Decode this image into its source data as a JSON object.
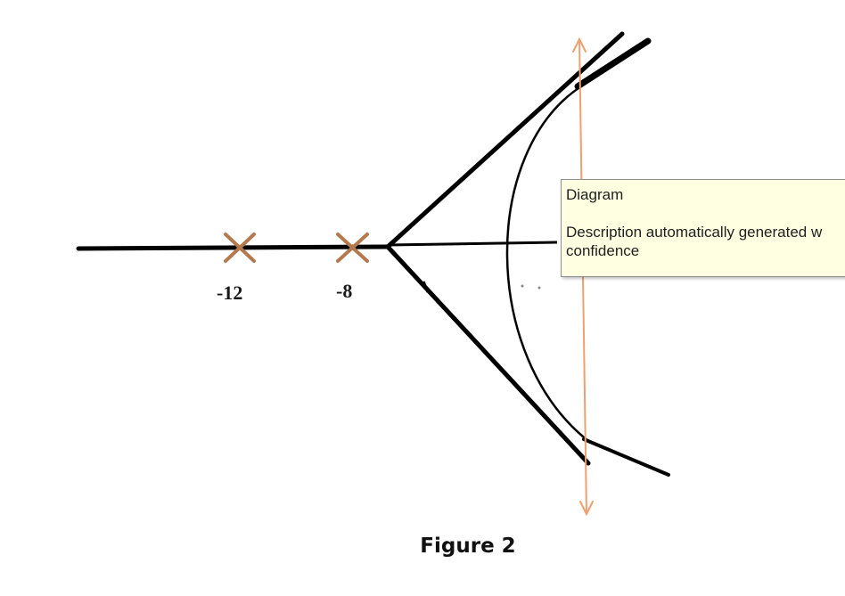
{
  "figure": {
    "caption": "Figure 2",
    "pole_labels": [
      "-12",
      "-8"
    ],
    "colors": {
      "locus": "#000000",
      "pole_marker": "#b5794e",
      "arrow": "#f0a070"
    }
  },
  "tooltip": {
    "title": "Diagram",
    "description_line1": "Description automatically generated w",
    "description_line2": "confidence"
  }
}
